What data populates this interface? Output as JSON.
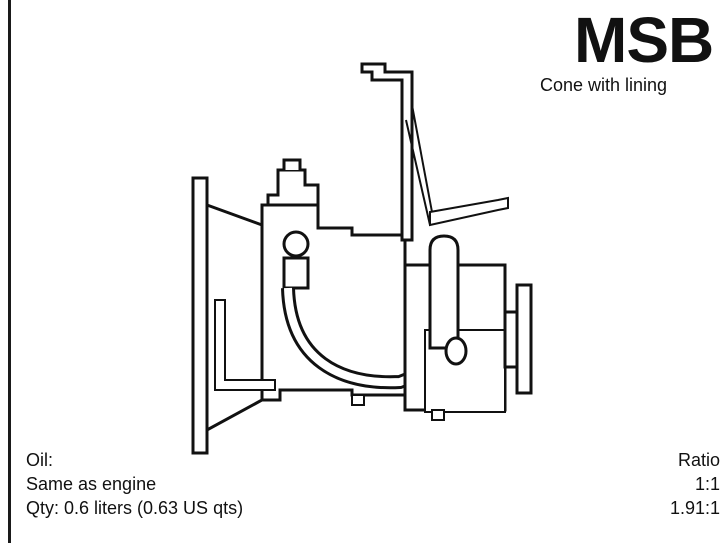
{
  "header": {
    "model": "MSB",
    "subtitle": "Cone with lining"
  },
  "oil_info": {
    "label": "Oil:",
    "type": "Same as engine",
    "quantity": "Qty: 0.6 liters (0.63 US qts)"
  },
  "ratios": {
    "label": "Ratio",
    "values": [
      "1:1",
      "1.91:1"
    ]
  },
  "colors": {
    "ink": "#111111",
    "paper": "#ffffff"
  }
}
